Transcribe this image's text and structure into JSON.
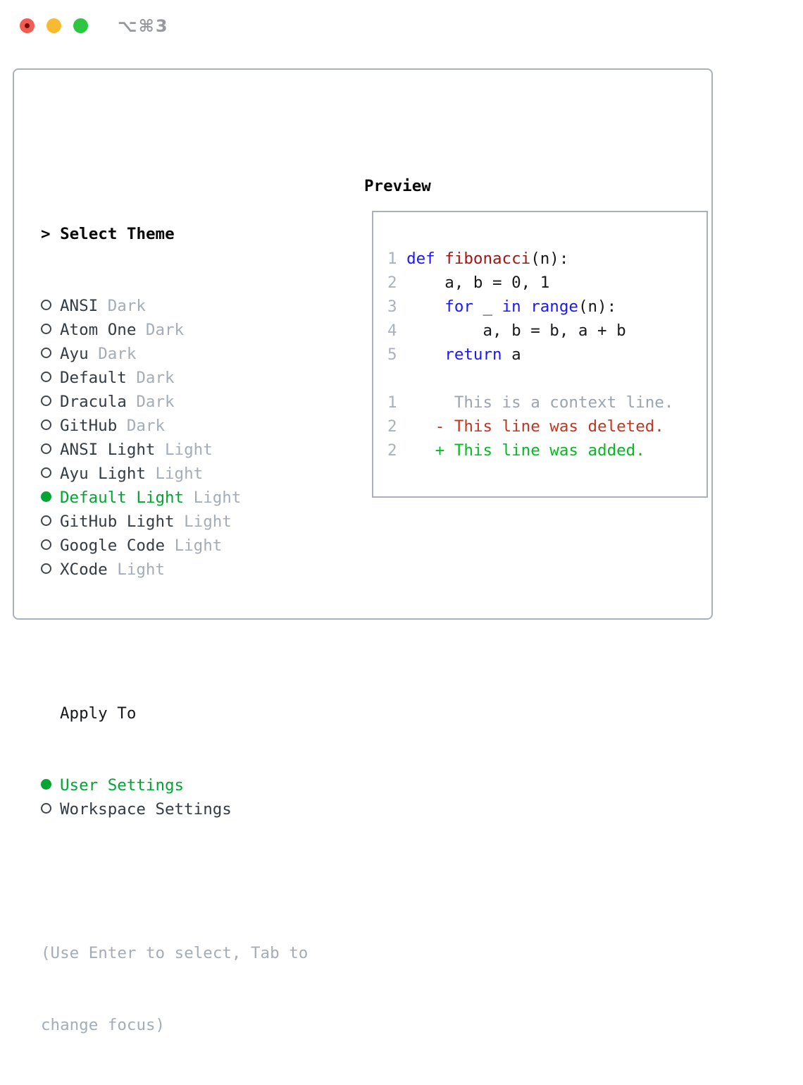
{
  "titlebar": {
    "title": "⌥⌘3",
    "buttons": [
      {
        "icon": "close-icon",
        "color": "#f05c52",
        "dot": true
      },
      {
        "icon": "minimize-icon",
        "color": "#f7bb32",
        "dot": false
      },
      {
        "icon": "zoom-icon",
        "color": "#2ec541",
        "dot": false
      }
    ]
  },
  "select_theme": {
    "prompt": ">",
    "heading": "Select Theme",
    "items": [
      {
        "name": "ANSI",
        "variant": "Dark",
        "selected": false
      },
      {
        "name": "Atom One",
        "variant": "Dark",
        "selected": false
      },
      {
        "name": "Ayu",
        "variant": "Dark",
        "selected": false
      },
      {
        "name": "Default",
        "variant": "Dark",
        "selected": false
      },
      {
        "name": "Dracula",
        "variant": "Dark",
        "selected": false
      },
      {
        "name": "GitHub",
        "variant": "Dark",
        "selected": false
      },
      {
        "name": "ANSI Light",
        "variant": "Light",
        "selected": false
      },
      {
        "name": "Ayu Light",
        "variant": "Light",
        "selected": false
      },
      {
        "name": "Default Light",
        "variant": "Light",
        "selected": true
      },
      {
        "name": "GitHub Light",
        "variant": "Light",
        "selected": false
      },
      {
        "name": "Google Code",
        "variant": "Light",
        "selected": false
      },
      {
        "name": "XCode",
        "variant": "Light",
        "selected": false
      }
    ]
  },
  "apply_to": {
    "heading": "Apply To",
    "items": [
      {
        "name": "User Settings",
        "selected": true
      },
      {
        "name": "Workspace Settings",
        "selected": false
      }
    ]
  },
  "hint": [
    "(Use Enter to select, Tab to",
    "change focus)"
  ],
  "preview": {
    "heading": "Preview",
    "code_lines": [
      {
        "num": "1",
        "tokens": [
          {
            "c": "kw",
            "t": "def"
          },
          {
            "c": "plain",
            "t": " "
          },
          {
            "c": "fn",
            "t": "fibonacci"
          },
          {
            "c": "plain",
            "t": "(n):"
          }
        ]
      },
      {
        "num": "2",
        "tokens": [
          {
            "c": "plain",
            "t": "    a, b = 0, 1"
          }
        ]
      },
      {
        "num": "3",
        "tokens": [
          {
            "c": "plain",
            "t": "    "
          },
          {
            "c": "kw",
            "t": "for"
          },
          {
            "c": "plain",
            "t": " _ "
          },
          {
            "c": "kw",
            "t": "in"
          },
          {
            "c": "plain",
            "t": " "
          },
          {
            "c": "kw",
            "t": "range"
          },
          {
            "c": "plain",
            "t": "(n):"
          }
        ]
      },
      {
        "num": "4",
        "tokens": [
          {
            "c": "plain",
            "t": "        a, b = b, a + b"
          }
        ]
      },
      {
        "num": "5",
        "tokens": [
          {
            "c": "plain",
            "t": "    "
          },
          {
            "c": "kw",
            "t": "return"
          },
          {
            "c": "plain",
            "t": " a"
          }
        ]
      },
      {
        "num": "",
        "tokens": []
      },
      {
        "num": "1",
        "tokens": [
          {
            "c": "ctx",
            "t": "     This is a context line."
          }
        ]
      },
      {
        "num": "2",
        "tokens": [
          {
            "c": "del",
            "t": "   - This line was deleted."
          }
        ]
      },
      {
        "num": "2",
        "tokens": [
          {
            "c": "add",
            "t": "   + This line was added."
          }
        ]
      }
    ]
  },
  "colors": {
    "border": "#a9b1ba",
    "selected_green": "#00a532",
    "keyword_blue": "#1a16ff",
    "function_red": "#a31515",
    "diff_deleted_red": "#c5341e",
    "diff_added_green": "#00bd1f",
    "muted_gray": "#a4adb7"
  }
}
